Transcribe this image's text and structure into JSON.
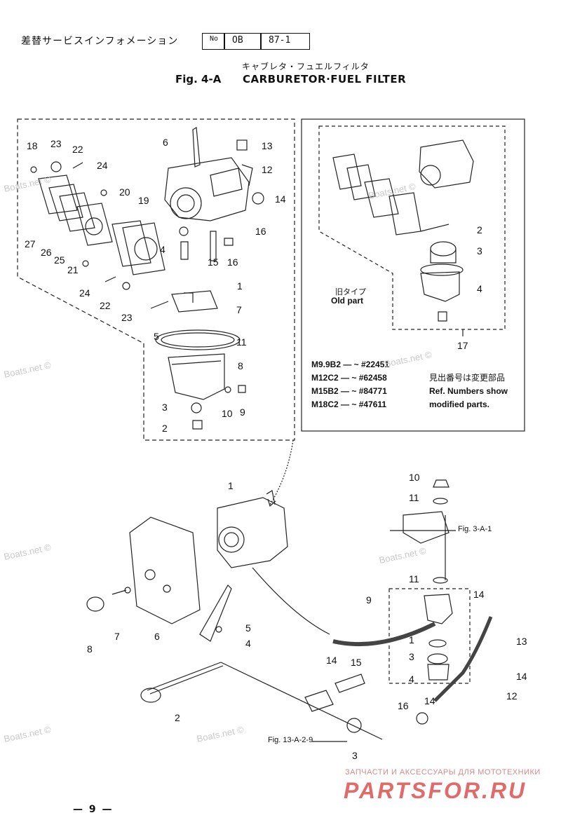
{
  "header": {
    "jp_title": "差替サービスインフォメーション",
    "no_label": "No",
    "no_code": "OB",
    "no_number": "87-1"
  },
  "title": {
    "jp": "キャブレタ・フュエルフィルタ",
    "fig": "Fig. 4-A",
    "main": "CARBURETOR·FUEL FILTER"
  },
  "upper_labels": [
    "18",
    "23",
    "22",
    "24",
    "27",
    "26",
    "25",
    "21",
    "24",
    "22",
    "23",
    "20",
    "19",
    "6",
    "13",
    "12",
    "14",
    "16",
    "4",
    "15",
    "16",
    "1",
    "7",
    "5",
    "11",
    "8",
    "3",
    "10",
    "9",
    "2"
  ],
  "old_part": {
    "jp": "旧タイプ",
    "en": "Old part",
    "labels": [
      "2",
      "3",
      "4",
      "17"
    ]
  },
  "notes": {
    "models": [
      "M9.9B2 — ~ #22451",
      "M12C2 — ~ #62458",
      "M15B2 — ~ #84771",
      "M18C2 — ~ #47611"
    ],
    "jp": "見出番号は変更部品",
    "en1": "Ref. Numbers show",
    "en2": "modified parts."
  },
  "lower_labels": [
    "10",
    "11",
    "11",
    "9",
    "1",
    "3",
    "4",
    "14",
    "13",
    "14",
    "12",
    "16",
    "14",
    "1",
    "6",
    "7",
    "8",
    "5",
    "4",
    "2",
    "14",
    "15",
    "3"
  ],
  "refs": {
    "fig3": "Fig. 3-A-1",
    "fig13": "Fig. 13-A-2-9"
  },
  "footer": {
    "page": "— 9 —",
    "brand_top": "ЗАПЧАСТИ И АКСЕССУАРЫ ДЛЯ МОТОТЕХНИКИ",
    "brand": "PARTSFOR.RU"
  },
  "watermark": "Boats.net ©"
}
